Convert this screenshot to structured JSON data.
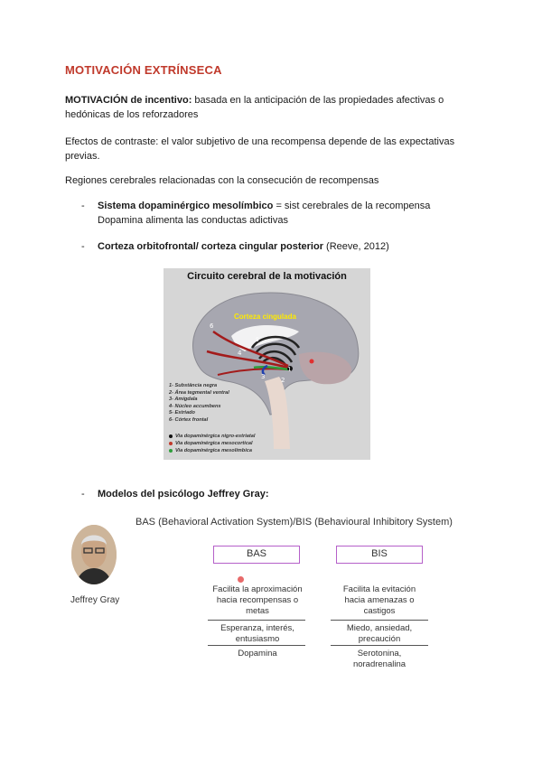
{
  "title": "MOTIVACIÓN EXTRÍNSECA",
  "p1": {
    "bold": "MOTIVACIÓN de incentivo:",
    "line1": " basada en la anticipación de las propiedades afectivas o",
    "line2": "hedónicas de los reforzadores"
  },
  "p2": {
    "line1": "Efectos de contraste: el valor subjetivo de una recompensa depende de las expectativas",
    "line2": "previas."
  },
  "p3": "Regiones cerebrales relacionadas con la consecución de recompensas",
  "bullets": [
    {
      "bold": "Sistema dopaminérgico mesolímbico",
      "rest": " = sist cerebrales de la recompensa",
      "line2": "Dopamina alimenta las conductas adictivas"
    },
    {
      "bold": "Corteza orbitofrontal/ corteza cingular posterior",
      "rest": " (Reeve, 2012)"
    },
    {
      "bold": "Modelos del psicólogo Jeffrey Gray:"
    }
  ],
  "dash": "-",
  "brain_figure": {
    "title": "Circuito cerebral de la motivación",
    "cingulate_label": "Corteza cingulada",
    "numbers": [
      "1",
      "2",
      "3",
      "4",
      "5",
      "6"
    ],
    "legend": [
      "1- Substância negra",
      "2- Área tegmental ventral",
      "3- Amígdala",
      "4- Núcleo accumbens",
      "5- Estriado",
      "6- Córtex frontal"
    ],
    "pathways": [
      {
        "label": "Via dopaminérgica nigro-estriatal",
        "color": "#111111"
      },
      {
        "label": "Via dopaminérgica mesocortical",
        "color": "#c0392b"
      },
      {
        "label": "Via dopaminérgica mesolímbica",
        "color": "#2e9e3a"
      }
    ]
  },
  "gray_figure": {
    "header": "BAS (Behavioral Activation System)/BIS (Behavioural Inhibitory System)",
    "photo_caption": "Jeffrey Gray",
    "bas": {
      "label": "BAS",
      "rows": [
        [
          "Facilita la aproximación",
          "hacia recompensas o",
          "metas"
        ],
        [
          "Esperanza, interés,",
          "entusiasmo"
        ],
        [
          "Dopamina"
        ]
      ]
    },
    "bis": {
      "label": "BIS",
      "rows": [
        [
          "Facilita la evitación",
          "hacia amenazas o",
          "castigos"
        ],
        [
          "Miedo, ansiedad,",
          "precaución"
        ],
        [
          "Serotonina,",
          "noradrenalina"
        ]
      ]
    }
  }
}
